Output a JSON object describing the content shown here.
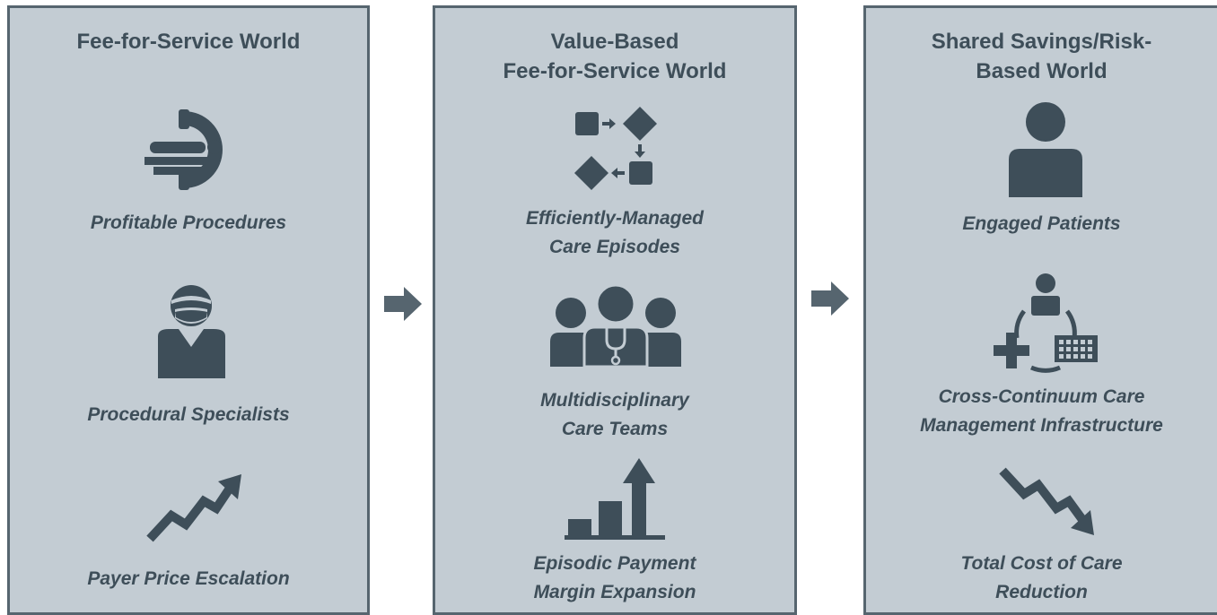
{
  "colors": {
    "panel_fill": "#c3ccd3",
    "border": "#56656f",
    "icon": "#3e4e59",
    "text": "#3e4e59"
  },
  "panels": [
    {
      "title": "Fee-for-Service World",
      "items": [
        {
          "icon": "ct-scanner-icon",
          "label": "Profitable Procedures"
        },
        {
          "icon": "surgeon-icon",
          "label": "Procedural Specialists"
        },
        {
          "icon": "trend-up-arrow-icon",
          "label": "Payer Price Escalation"
        }
      ]
    },
    {
      "title_line1": "Value-Based",
      "title_line2": "Fee-for-Service World",
      "items": [
        {
          "icon": "process-flow-icon",
          "label_line1": "Efficiently-Managed",
          "label_line2": "Care Episodes"
        },
        {
          "icon": "care-team-icon",
          "label_line1": "Multidisciplinary",
          "label_line2": "Care Teams"
        },
        {
          "icon": "bar-chart-growth-icon",
          "label_line1": "Episodic Payment",
          "label_line2": "Margin Expansion"
        }
      ]
    },
    {
      "title_line1": "Shared Savings/Risk-",
      "title_line2": "Based World",
      "items": [
        {
          "icon": "patient-icon",
          "label": "Engaged Patients"
        },
        {
          "icon": "care-continuum-icon",
          "label_line1": "Cross-Continuum Care",
          "label_line2": "Management Infrastructure"
        },
        {
          "icon": "trend-down-arrow-icon",
          "label_line1": "Total Cost of Care",
          "label_line2": "Reduction"
        }
      ]
    }
  ]
}
